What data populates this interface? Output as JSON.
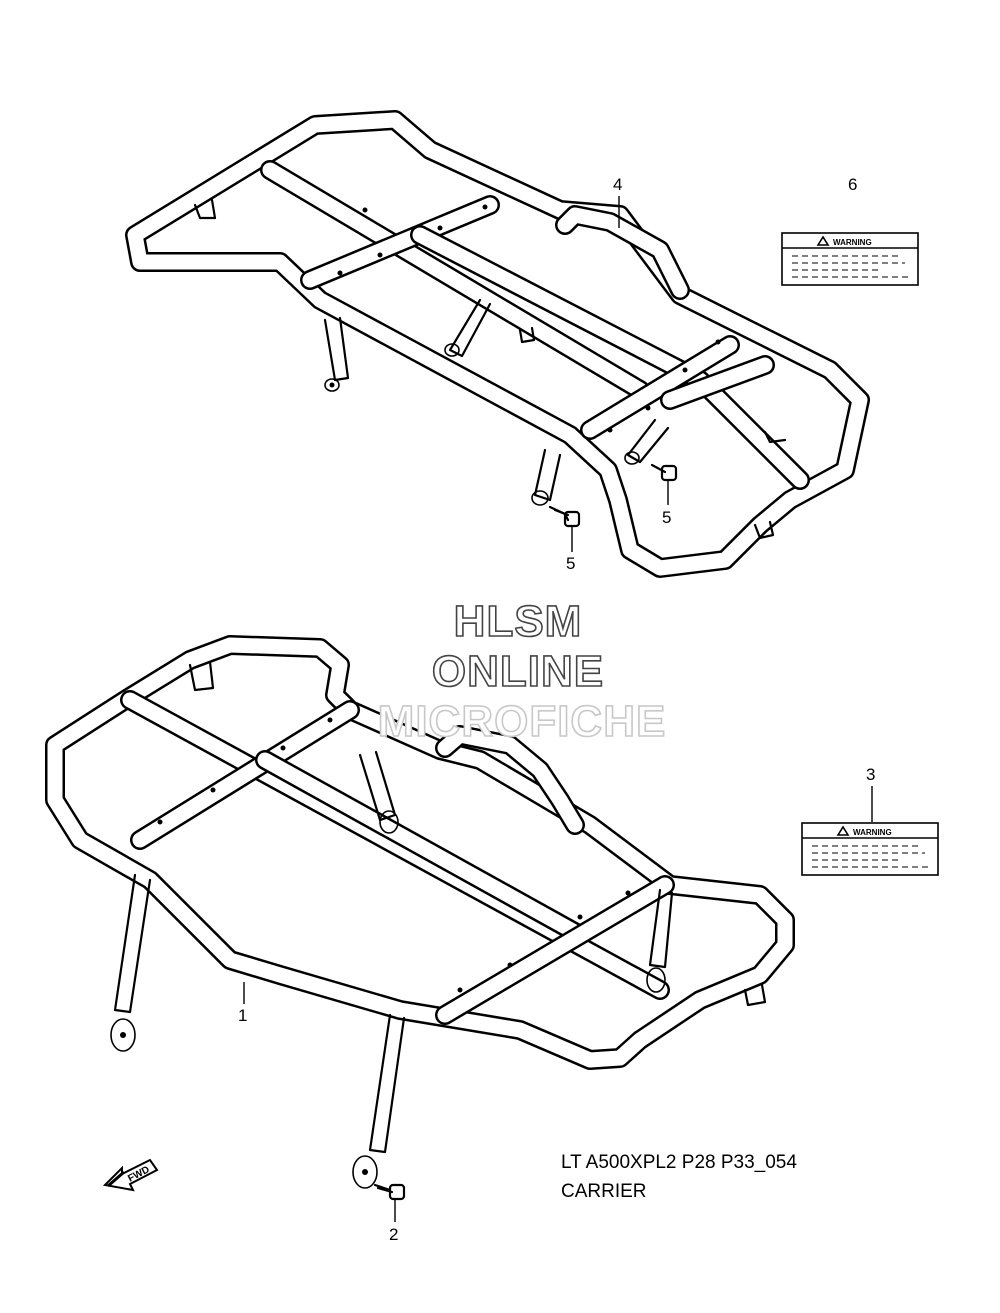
{
  "diagram": {
    "callouts": {
      "part_1": "1",
      "part_2": "2",
      "part_3": "3",
      "part_4": "4",
      "part_5a": "5",
      "part_5b": "5",
      "part_6": "6"
    },
    "warning_labels": {
      "label_6_title": "WARNING",
      "label_3_title": "WARNING"
    },
    "watermark": {
      "line1": "HLSM",
      "line2": "ONLINE",
      "line3": "MICROFICHE"
    },
    "caption": {
      "code": "LT A500XPL2 P28 P33_054",
      "name": "CARRIER"
    },
    "fwd_arrow_label": "FWD"
  }
}
